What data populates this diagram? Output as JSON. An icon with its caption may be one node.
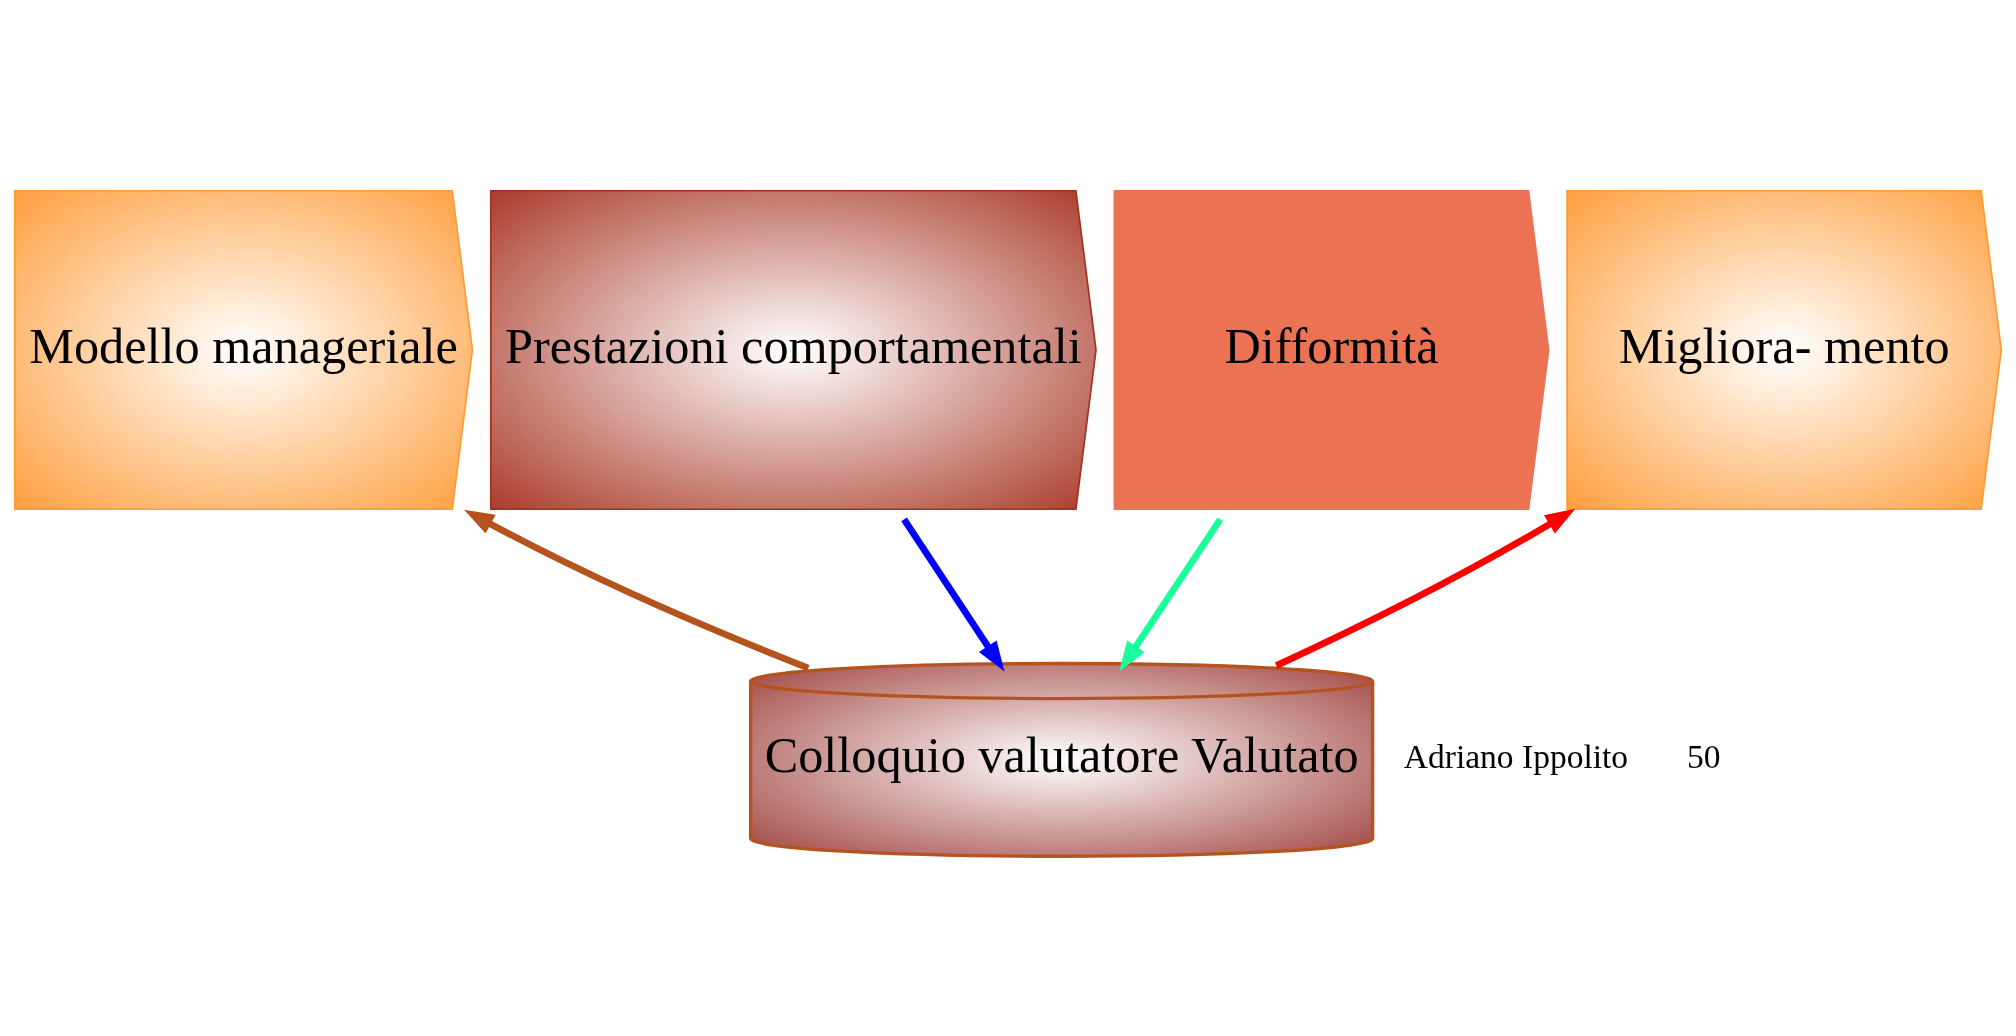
{
  "diagram": {
    "nodes": [
      {
        "text": [
          "Modello manageriale"
        ]
      },
      {
        "text": [
          "Prestazioni comportamentali"
        ]
      },
      {
        "text": [
          "Difformità"
        ]
      },
      {
        "text": [
          "Migliora- mento"
        ]
      },
      {
        "text": [
          "Colloquio valutatore Valutato"
        ]
      }
    ],
    "edges": [
      {
        "from": 4,
        "to": 0,
        "arrow": "to",
        "color": "#b5531f"
      },
      {
        "from": 1,
        "to": 4,
        "arrow": "to",
        "color": "#0000ff"
      },
      {
        "from": 2,
        "to": 4,
        "arrow": "to",
        "color": "#1aff99"
      },
      {
        "from": 4,
        "to": 3,
        "arrow": "to",
        "color": "#ff0000"
      }
    ],
    "labels": [
      "Adriano Ippolito",
      "50"
    ]
  }
}
